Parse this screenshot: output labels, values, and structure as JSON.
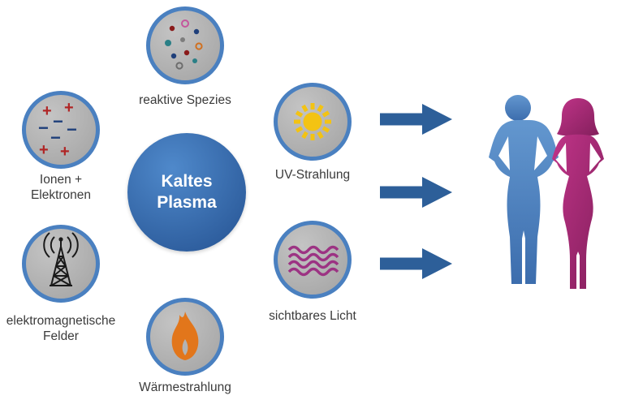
{
  "center": {
    "label": "Kaltes Plasma"
  },
  "nodes": [
    {
      "id": "reaktive-spezies",
      "label": "reaktive Spezies",
      "icon": "particles-icon"
    },
    {
      "id": "ionen-elektronen",
      "label": "Ionen + Elektronen",
      "icon": "ions-electrons-icon"
    },
    {
      "id": "uv-strahlung",
      "label": "UV-Strahlung",
      "icon": "sun-icon"
    },
    {
      "id": "elektromagnetische-felder",
      "label": "elektromagnetische Felder",
      "icon": "antenna-icon"
    },
    {
      "id": "sichtbares-licht",
      "label": "sichtbares Licht",
      "icon": "light-waves-icon"
    },
    {
      "id": "waermestrahlung",
      "label": "Wärmestrahlung",
      "icon": "flame-icon"
    }
  ],
  "symbols": {
    "plus": "+",
    "minus": "−"
  },
  "arrows": {
    "count": 3,
    "direction": "right"
  },
  "figures": {
    "left": "man-silhouette",
    "right": "woman-silhouette"
  },
  "colors": {
    "ring_blue": "#4a80c0",
    "node_gray": "#b3b3b3",
    "center_blue": "#3a6fb2",
    "center_text": "#ffffff",
    "label_text": "#3b3b3b",
    "arrow_blue": "#2d5f99",
    "man_blue": "#4a7dbd",
    "woman_magenta": "#a62a73",
    "sun_yellow": "#f3c313",
    "flame_orange": "#e2761b",
    "wave_magenta": "#9c3383",
    "plus_red": "#b02525",
    "minus_blue": "#1f3f7a"
  }
}
